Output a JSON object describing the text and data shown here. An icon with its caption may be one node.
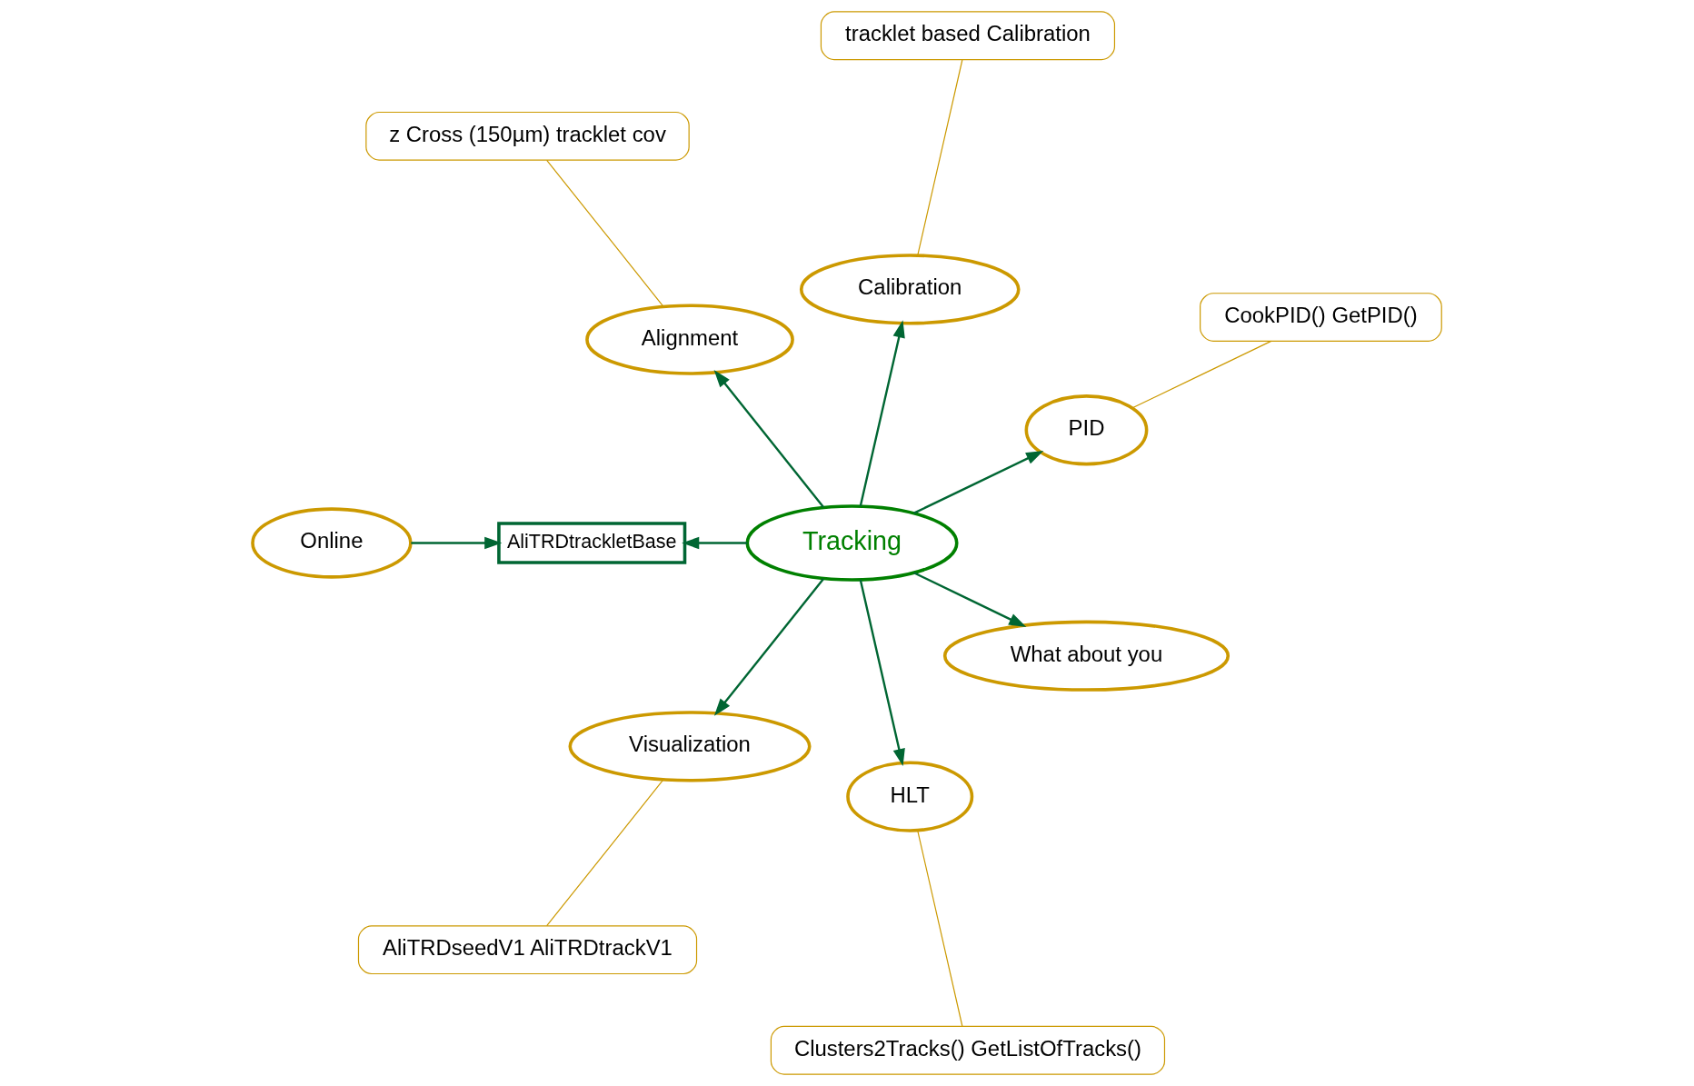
{
  "diagram": {
    "nodes": [
      {
        "text": [
          "CookPID() GetPID()"
        ]
      },
      {
        "text": [
          "tracklet based Calibration"
        ]
      },
      {
        "text": [
          "z Cross (150µm) tracklet cov"
        ]
      },
      {
        "text": [
          "PID"
        ]
      },
      {
        "text": [
          "Calibration"
        ]
      },
      {
        "text": [
          "Alignment"
        ]
      },
      {
        "text": [
          "AliTRDtrackletBase"
        ]
      },
      {
        "text": [
          "Tracking"
        ]
      },
      {
        "text": [
          "Online"
        ]
      },
      {
        "text": [
          "AliTRDseedV1 AliTRDtrackV1"
        ]
      },
      {
        "text": [
          "Clusters2Tracks() GetListOfTracks()"
        ]
      },
      {
        "text": [
          "Visualization"
        ]
      },
      {
        "text": [
          "HLT"
        ]
      },
      {
        "text": [
          "What about you"
        ]
      }
    ],
    "edges": [
      {
        "from": 7,
        "to": 3,
        "arrow": "to"
      },
      {
        "from": 7,
        "to": 4,
        "arrow": "to"
      },
      {
        "from": 7,
        "to": 5,
        "arrow": "to"
      },
      {
        "from": 7,
        "to": 6,
        "arrow": "to"
      },
      {
        "from": 8,
        "to": 6,
        "arrow": "to"
      },
      {
        "from": 7,
        "to": 12,
        "arrow": "to"
      },
      {
        "from": 7,
        "to": 13,
        "arrow": "to"
      },
      {
        "from": 7,
        "to": 11,
        "arrow": "to"
      },
      {
        "from": 0,
        "to": 3,
        "arrow": "none",
        "color": "#cc9900"
      },
      {
        "from": 1,
        "to": 4,
        "arrow": "none",
        "color": "#cc9900"
      },
      {
        "from": 2,
        "to": 5,
        "arrow": "none",
        "color": "#cc9900"
      },
      {
        "from": 9,
        "to": 11,
        "arrow": "none",
        "color": "#cc9900"
      },
      {
        "from": 10,
        "to": 12,
        "arrow": "none",
        "color": "#cc9900"
      }
    ]
  }
}
